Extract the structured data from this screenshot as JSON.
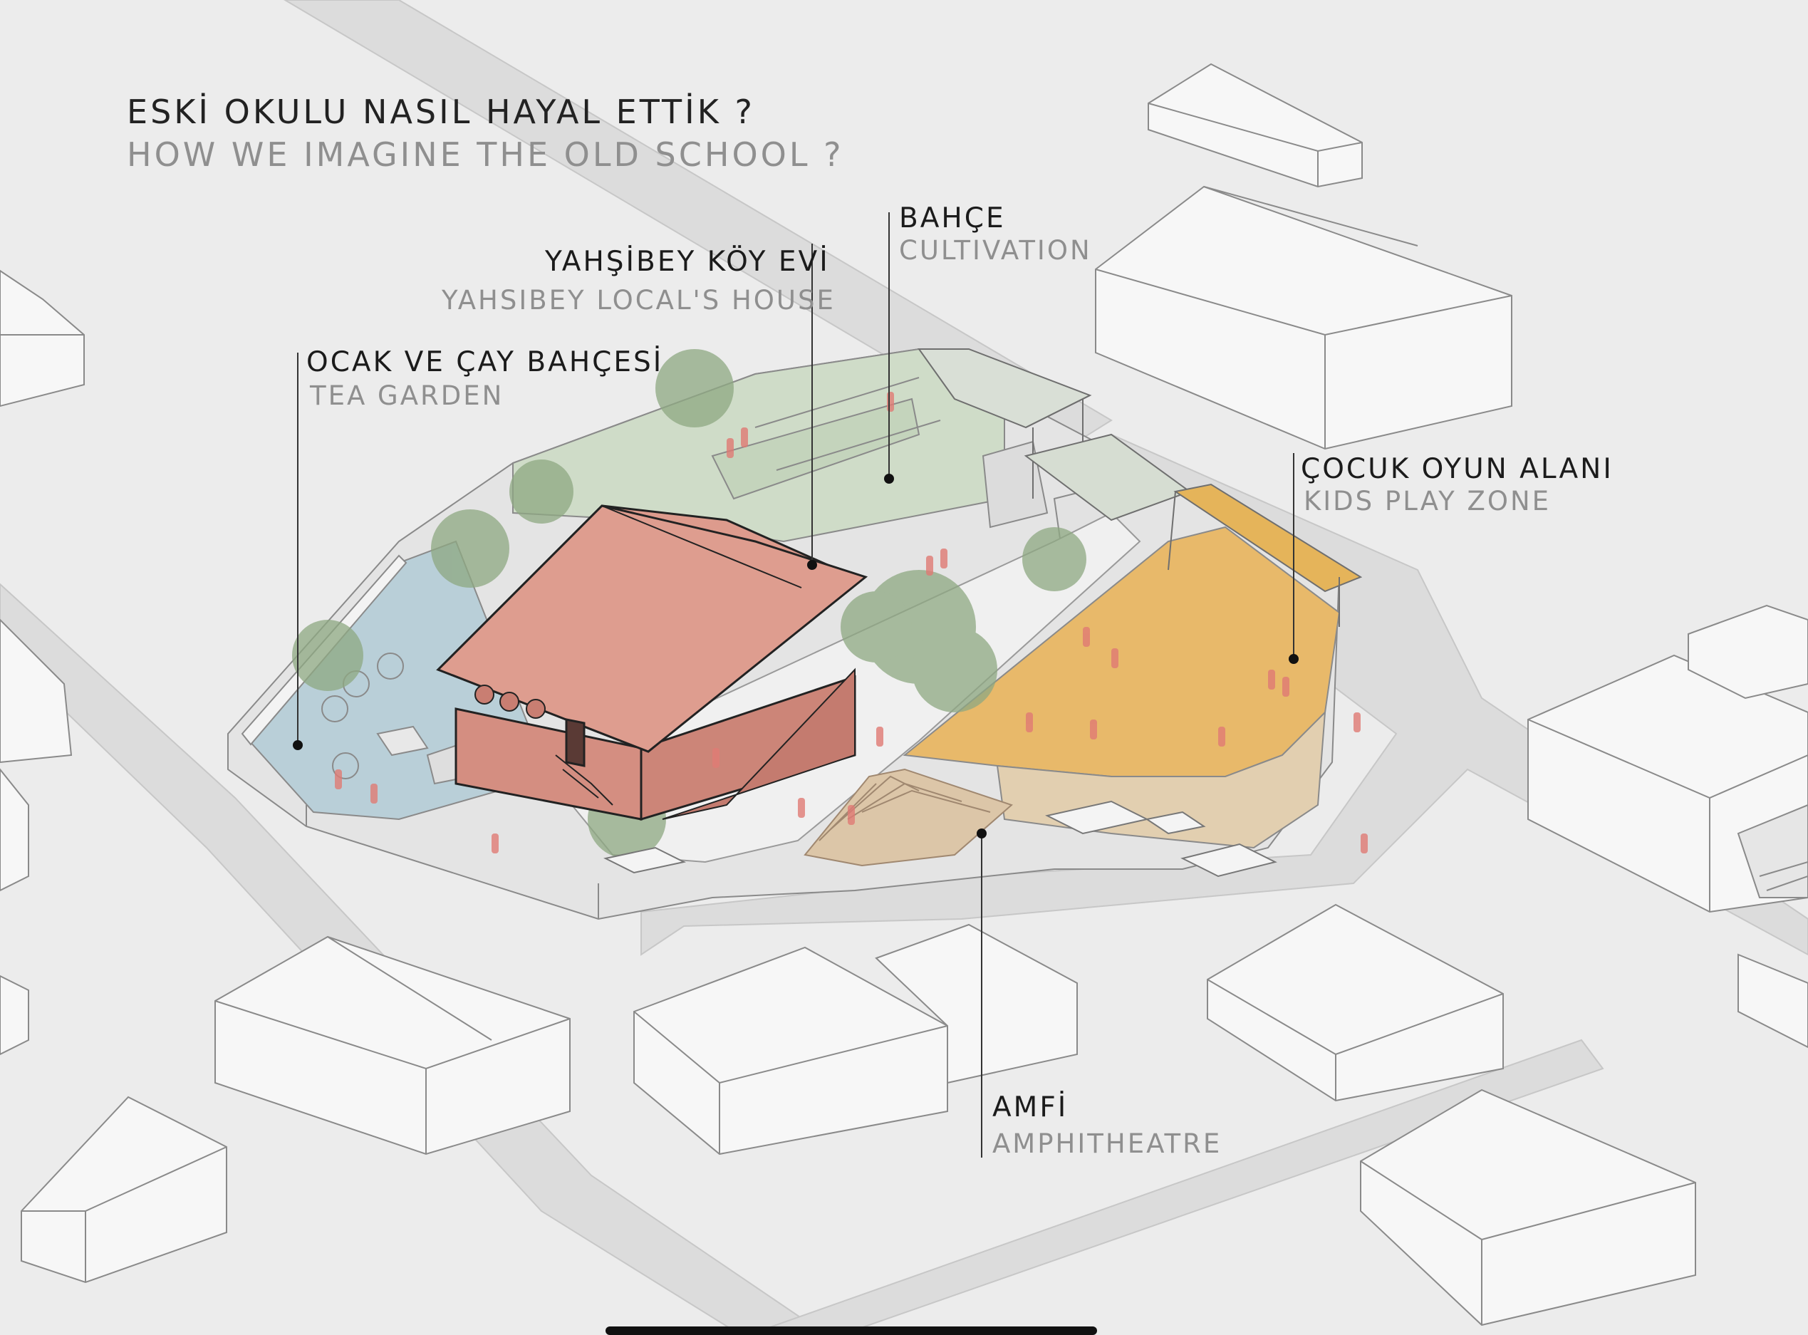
{
  "title": {
    "tr": "ESKİ OKULU NASIL HAYAL ETTİK ?",
    "en": "HOW WE IMAGINE THE OLD SCHOOL ?"
  },
  "zones": [
    {
      "id": "cultivation",
      "tr": "BAHÇE",
      "en": "CULTIVATION"
    },
    {
      "id": "local-house",
      "tr": "YAHŞİBEY KÖY EVİ",
      "en": "YAHSIBEY LOCAL'S HOUSE"
    },
    {
      "id": "tea-garden",
      "tr": "OCAK VE ÇAY BAHÇESİ",
      "en": "TEA GARDEN"
    },
    {
      "id": "kids-play",
      "tr": "ÇOCUK OYUN ALANI",
      "en": "KIDS PLAY ZONE"
    },
    {
      "id": "amphitheatre",
      "tr": "AMFİ",
      "en": "AMPHITHEATRE"
    }
  ],
  "colors": {
    "house": "#dd9b8d",
    "play_zone": "#e8b96a",
    "tea_garden": "#b9cfd8",
    "cultivation": "#cfdcc8",
    "trees": "#8ea882",
    "people": "#e07a74",
    "background": "#ececec"
  }
}
